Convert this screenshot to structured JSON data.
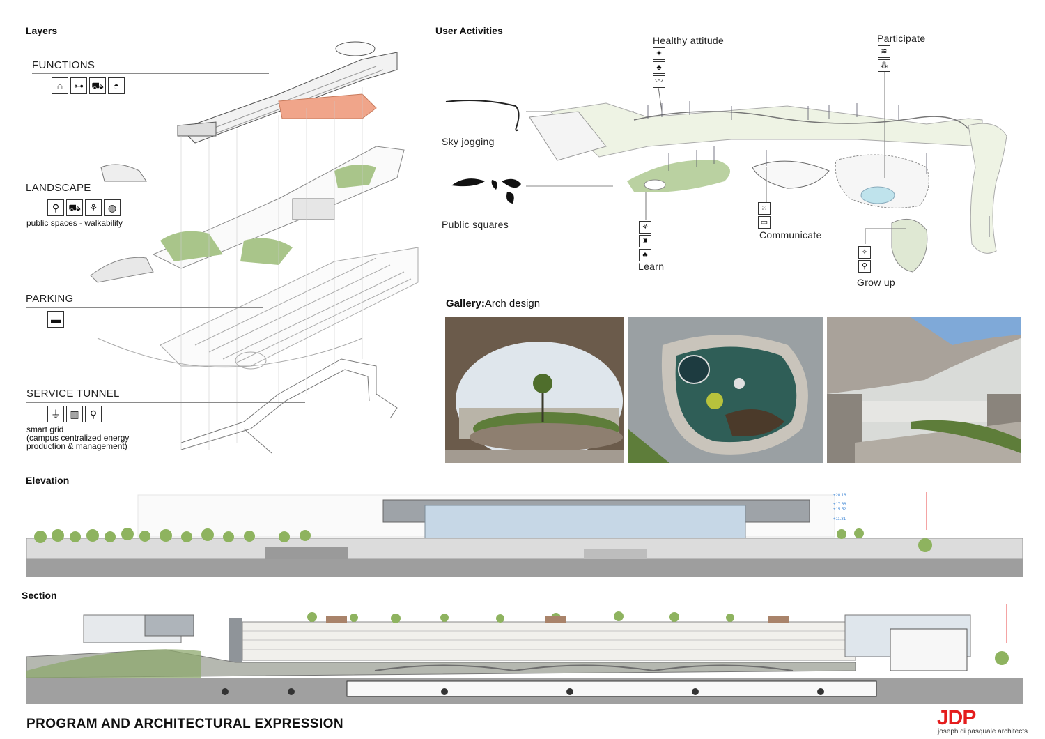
{
  "layers": {
    "title": "Layers",
    "functions": {
      "label": "FUNCTIONS",
      "icons": [
        "house-icon",
        "dumbbell-icon",
        "shopping-cart-icon",
        "food-bowl-icon"
      ]
    },
    "landscape": {
      "label": "LANDSCAPE",
      "icons": [
        "bicycle-icon",
        "cart-location-icon",
        "restaurant-icon",
        "basketball-icon"
      ],
      "note": "public spaces - walkability"
    },
    "parking": {
      "label": "PARKING",
      "icons": [
        "truck-icon"
      ]
    },
    "service_tunnel": {
      "label": "SERVICE TUNNEL",
      "icons": [
        "plug-icon",
        "trash-icon",
        "faucet-icon"
      ],
      "note_lines": [
        "smart grid",
        "(campus centralized energy",
        "production & management)"
      ]
    }
  },
  "user_activities": {
    "title": "User Activities",
    "healthy_attitude": "Healthy attitude",
    "participate": "Participate",
    "sky_jogging": "Sky jogging",
    "public_squares": "Public squares",
    "communicate": "Communicate",
    "learn": "Learn",
    "grow_up": "Grow up"
  },
  "gallery": {
    "title_bold": "Gallery:",
    "title_rest": "Arch design"
  },
  "elevation": {
    "title": "Elevation",
    "levels": [
      "+20.16",
      "+17.66",
      "+15.52",
      "+11.31"
    ]
  },
  "section": {
    "title": "Section"
  },
  "footer": {
    "title": "PROGRAM AND ARCHITECTURAL EXPRESSION",
    "logo": "JDP",
    "logo_sub": "joseph di pasquale architects"
  },
  "colors": {
    "accent_red": "#e41d1d",
    "retail_block": "#f0a58a",
    "greenery": "#a9c58a",
    "pool": "#bfe3ec"
  }
}
